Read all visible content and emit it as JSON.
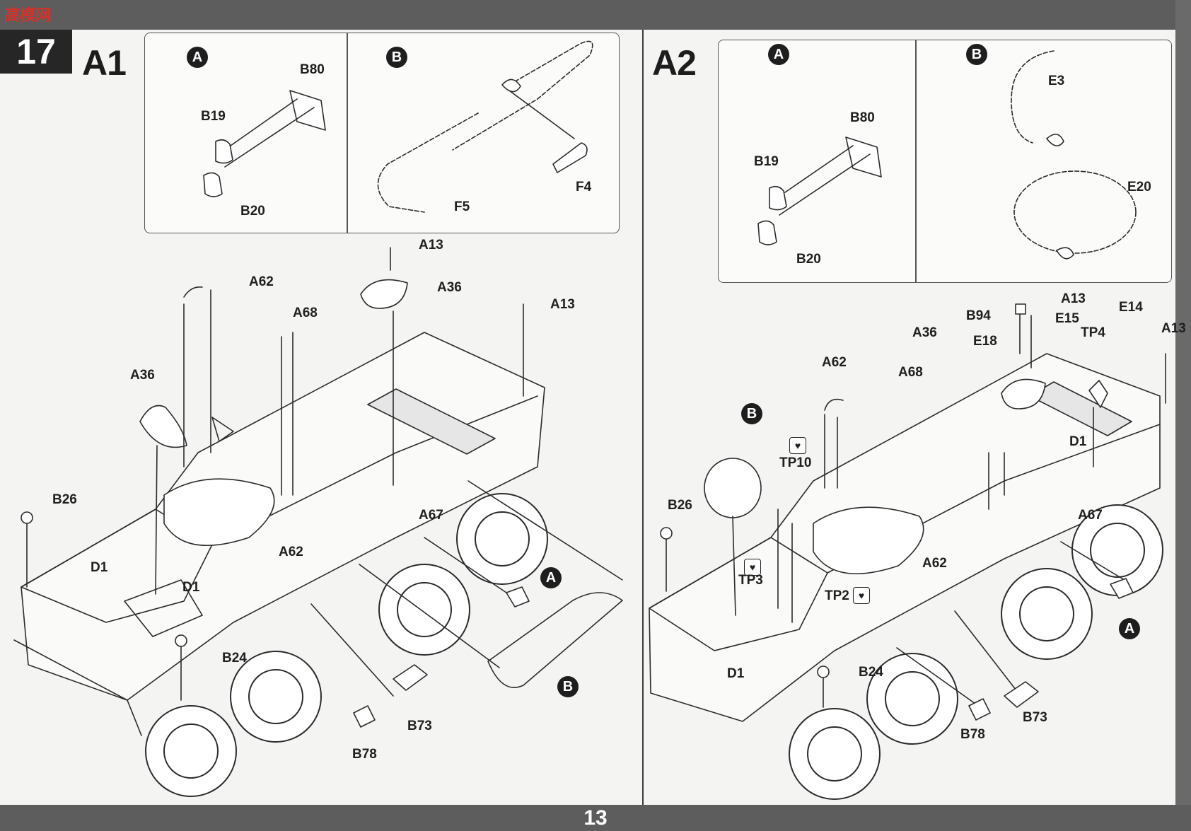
{
  "watermark": {
    "text": "高模网"
  },
  "step": {
    "number": "17"
  },
  "page_number": "13",
  "left": {
    "variant": "A1",
    "callout_a": {
      "marker": "A",
      "labels": {
        "b80": "B80",
        "b19": "B19",
        "b20": "B20"
      }
    },
    "callout_b": {
      "marker": "B",
      "labels": {
        "f5": "F5",
        "f4": "F4"
      }
    },
    "parts": {
      "a13_top": "A13",
      "a36_top": "A36",
      "a13_right": "A13",
      "a62_top": "A62",
      "a68": "A68",
      "a36_left": "A36",
      "b26": "B26",
      "a67": "A67",
      "a62_mid": "A62",
      "d1_left": "D1",
      "d1_mid": "D1",
      "b24": "B24",
      "b73": "B73",
      "b78": "B78"
    },
    "markers": {
      "a": "A",
      "b": "B"
    }
  },
  "right": {
    "variant": "A2",
    "callout_a": {
      "marker": "A",
      "labels": {
        "b80": "B80",
        "b19": "B19",
        "b20": "B20"
      }
    },
    "callout_b": {
      "marker": "B",
      "labels": {
        "e3": "E3",
        "e20": "E20"
      }
    },
    "parts": {
      "a13_top": "A13",
      "b94": "B94",
      "e15": "E15",
      "e14": "E14",
      "a13_right": "A13",
      "a36": "A36",
      "e18": "E18",
      "tp4": "TP4",
      "a62_top": "A62",
      "a68": "A68",
      "tp10": "TP10",
      "b26": "B26",
      "d1_right": "D1",
      "a67": "A67",
      "a62_mid": "A62",
      "tp3": "TP3",
      "tp2": "TP2",
      "b24": "B24",
      "d1_bottom": "D1",
      "b73": "B73",
      "b78": "B78"
    },
    "markers": {
      "a": "A",
      "b": "B"
    }
  },
  "colors": {
    "bar": "#5d5d5d",
    "ink": "#1e1e1e",
    "paper": "#f4f4f2"
  }
}
